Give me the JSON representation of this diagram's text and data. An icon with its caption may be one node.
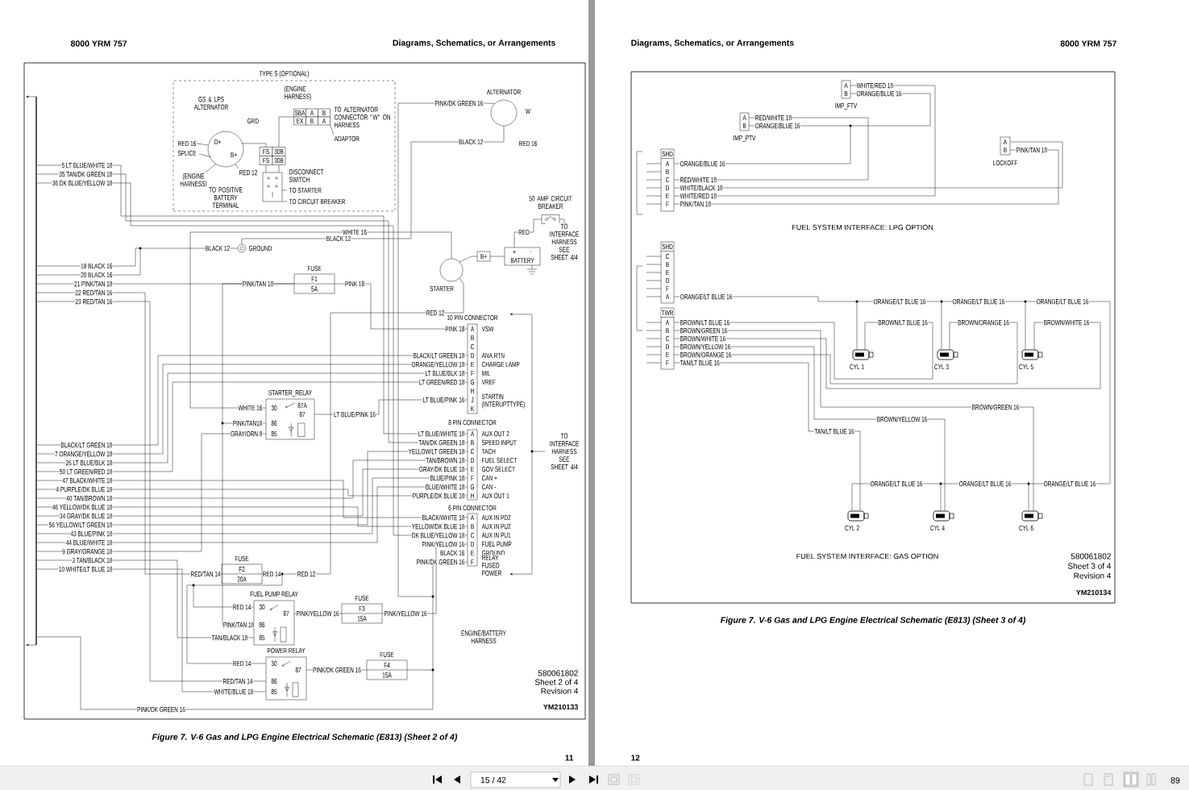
{
  "diagram": {
    "nodes": [
      {
        "text": [
          "TYPE S (OPTIONAL)"
        ]
      },
      {
        "text": [
          "GS & LPS ALTERNATOR"
        ],
        "in": 0
      },
      {
        "text": [
          "DISCONNECT SWITCH"
        ],
        "in": 0
      },
      {
        "text": [
          "ALTERNATOR"
        ]
      },
      {
        "text": [
          "50 AMP CIRCUIT BREAKER"
        ]
      },
      {
        "text": [
          "STARTER"
        ]
      },
      {
        "text": [
          "B+"
        ]
      },
      {
        "text": [
          "+",
          "-",
          "BATTERY"
        ]
      },
      {
        "text": [
          "GROUND"
        ]
      },
      {
        "text": [
          "FUSE",
          "F1",
          "5A"
        ]
      },
      {
        "text": [
          "10 PIN CONNECTOR",
          "A",
          "B",
          "C",
          "D",
          "E",
          "F",
          "G",
          "H",
          "J",
          "K",
          "VSW",
          "ANA RTN",
          "CHARGE LAMP",
          "MIL",
          "VREF",
          "STARTIN (INTERUPTTYPE)"
        ]
      },
      {
        "text": [
          "STARTER_RELAY",
          "30",
          "87A",
          "87",
          "86",
          "85"
        ]
      },
      {
        "text": [
          "8 PIN CONNECTOR",
          "A",
          "B",
          "C",
          "D",
          "E",
          "F",
          "G",
          "H",
          "AUX OUT 2",
          "SPEED INPUT",
          "TACH",
          "FUEL SELECT",
          "GOV SELECT",
          "CAN +",
          "CAN -",
          "AUX OUT 1"
        ]
      },
      {
        "text": [
          "6 PIN CONNECTOR",
          "A",
          "B",
          "C",
          "D",
          "E",
          "F",
          "AUX IN PD2",
          "AUX IN PU2",
          "AUX IN PU1",
          "FUEL PUMP",
          "GROUND",
          "RELAY FUSED POWER"
        ]
      },
      {
        "text": [
          "FUSE",
          "F2",
          "20A"
        ]
      },
      {
        "text": [
          "FUEL PUMP RELAY",
          "30",
          "87",
          "86",
          "85"
        ]
      },
      {
        "text": [
          "FUSE",
          "F3",
          "15A"
        ]
      },
      {
        "text": [
          "POWER RELAY",
          "30",
          "87",
          "86",
          "85"
        ]
      },
      {
        "text": [
          "FUSE",
          "F4",
          "15A"
        ]
      },
      {
        "text": [
          "TO INTERFACE HARNESS SEE SHEET 4/4"
        ]
      },
      {
        "text": [
          "TO INTERFACE HARNESS SEE SHEET 4/4"
        ]
      },
      {
        "text": [],
        "shape": "bar"
      },
      {
        "text": [
          "A",
          "B",
          "IMP_FTV"
        ]
      },
      {
        "text": [
          "A",
          "B",
          "IMP_PTV"
        ]
      },
      {
        "text": [
          "SHD",
          "A",
          "B",
          "C",
          "D",
          "E",
          "F"
        ]
      },
      {
        "text": [
          "A",
          "B",
          "LOCKOFF"
        ]
      },
      {
        "text": [
          "SHD",
          "C",
          "B",
          "E",
          "D",
          "F",
          "A"
        ]
      },
      {
        "text": [
          "TWR",
          "A",
          "B",
          "C",
          "D",
          "E",
          "F"
        ]
      },
      {
        "text": [
          "CYL 1"
        ]
      },
      {
        "text": [
          "CYL 3"
        ]
      },
      {
        "text": [
          "CYL 5"
        ]
      },
      {
        "text": [
          "CYL 2"
        ]
      },
      {
        "text": [
          "CYL 4"
        ]
      },
      {
        "text": [
          "CYL 6"
        ]
      }
    ],
    "edges": [
      {
        "from": 9,
        "to": 10,
        "arrow": "none"
      },
      {
        "from": 11,
        "to": 10,
        "arrow": "none"
      },
      {
        "from": 15,
        "to": 16,
        "arrow": "none"
      },
      {
        "from": 16,
        "to": 13,
        "arrow": "none"
      },
      {
        "from": 17,
        "to": 18,
        "arrow": "none"
      },
      {
        "from": 18,
        "to": 13,
        "arrow": "none"
      },
      {
        "from": 14,
        "to": 15,
        "arrow": "none"
      },
      {
        "from": 14,
        "to": 17,
        "arrow": "none"
      },
      {
        "from": 3,
        "to": 8,
        "arrow": "none"
      },
      {
        "from": 5,
        "to": 6,
        "arrow": "none"
      },
      {
        "from": 6,
        "to": 7,
        "arrow": "none"
      },
      {
        "from": 7,
        "to": 4,
        "arrow": "none"
      },
      {
        "from": 4,
        "to": 19,
        "arrow": "none"
      },
      {
        "from": 20,
        "to": 10,
        "arrow": "to"
      },
      {
        "from": 20,
        "to": 13,
        "arrow": "to"
      },
      {
        "from": 21,
        "to": null,
        "arrow": "to"
      },
      {
        "from": 21,
        "to": null,
        "arrow": "to"
      },
      {
        "from": 9,
        "to": 11,
        "arrow": "none"
      },
      {
        "from": 11,
        "to": 15,
        "arrow": "none"
      },
      {
        "from": 5,
        "to": 11,
        "arrow": "none"
      },
      {
        "from": 3,
        "to": 13,
        "arrow": "none"
      },
      {
        "from": 5,
        "to": 14,
        "arrow": "none"
      },
      {
        "from": 21,
        "to": 12,
        "arrow": "none"
      },
      {
        "from": 21,
        "to": 12,
        "arrow": "none"
      },
      {
        "from": 21,
        "to": 13,
        "arrow": "none"
      },
      {
        "from": 21,
        "to": 8,
        "arrow": "none"
      },
      {
        "from": 21,
        "to": 8,
        "arrow": "none"
      },
      {
        "from": 21,
        "to": 9,
        "arrow": "none"
      },
      {
        "from": 21,
        "to": 14,
        "arrow": "none"
      },
      {
        "from": 21,
        "to": 17,
        "arrow": "none"
      },
      {
        "from": 21,
        "to": 10,
        "arrow": "none"
      },
      {
        "from": 21,
        "to": 10,
        "arrow": "none"
      },
      {
        "from": 21,
        "to": 10,
        "arrow": "none"
      },
      {
        "from": 21,
        "to": 10,
        "arrow": "none"
      },
      {
        "from": 21,
        "to": 13,
        "arrow": "none"
      },
      {
        "from": 21,
        "to": 12,
        "arrow": "none"
      },
      {
        "from": 21,
        "to": 12,
        "arrow": "none"
      },
      {
        "from": 21,
        "to": 13,
        "arrow": "none"
      },
      {
        "from": 21,
        "to": 12,
        "arrow": "none"
      },
      {
        "from": 21,
        "to": 12,
        "arrow": "none"
      },
      {
        "from": 21,
        "to": 12,
        "arrow": "none"
      },
      {
        "from": 21,
        "to": 12,
        "arrow": "none"
      },
      {
        "from": 21,
        "to": 11,
        "arrow": "none"
      },
      {
        "from": 21,
        "to": 15,
        "arrow": "none"
      },
      {
        "from": 21,
        "to": 17,
        "arrow": "none"
      },
      {
        "from": 21,
        "to": 18,
        "arrow": "none"
      },
      {
        "from": 22,
        "to": 24,
        "arrow": "none"
      },
      {
        "from": 22,
        "to": 23,
        "arrow": "none"
      },
      {
        "from": 23,
        "to": 24,
        "arrow": "none"
      },
      {
        "from": 23,
        "to": 24,
        "arrow": "none"
      },
      {
        "from": 25,
        "to": 24,
        "arrow": "none"
      },
      {
        "from": 25,
        "to": 24,
        "arrow": "none"
      },
      {
        "from": 26,
        "to": 28,
        "arrow": "none"
      },
      {
        "from": 26,
        "to": 29,
        "arrow": "none"
      },
      {
        "from": 26,
        "to": 30,
        "arrow": "none"
      },
      {
        "from": 26,
        "to": 31,
        "arrow": "none"
      },
      {
        "from": 26,
        "to": 32,
        "arrow": "none"
      },
      {
        "from": 26,
        "to": 33,
        "arrow": "none"
      },
      {
        "from": 27,
        "to": 28,
        "arrow": "none"
      },
      {
        "from": 27,
        "to": 29,
        "arrow": "none"
      },
      {
        "from": 27,
        "to": 30,
        "arrow": "none"
      },
      {
        "from": 27,
        "to": 31,
        "arrow": "none"
      },
      {
        "from": 27,
        "to": 32,
        "arrow": "none"
      },
      {
        "from": 27,
        "to": 33,
        "arrow": "none"
      }
    ],
    "labels": [
      "8000 YRM 757",
      "Diagrams, Schematics, or Arrangements",
      "Diagrams, Schematics, or Arrangements",
      "8000 YRM 757",
      "(ENGINE HARNESS)",
      "TO ALTERNATOR CONNECTOR \"W\" ON HARNESS",
      "PINK/DK GREEN 16",
      "W",
      "SBA",
      "A",
      "B",
      "GRD",
      "EX",
      "B",
      "A",
      "RED 16",
      "D+",
      "ADAPTOR",
      "BLACK 12",
      "RED 16",
      "SPLICE",
      "B+",
      "FS",
      "30B",
      "FS",
      "30B",
      "5 LT BLUE/WHITE 18",
      "35 TAN/DK GREEN 18",
      "RED 12",
      "36 DK BLUE/YELLOW 18",
      "(ENGINE HARNESS)",
      "TO POSITIVE BATTERY TERMINAL",
      "TO STARTER",
      "TO CIRCUIT BREAKER",
      "WHITE 16",
      "RED",
      "BLACK 12",
      "BLACK 12",
      "19 BLACK 16",
      "20 BLACK 16",
      "21 PINK/TAN 18",
      "PINK/TAN 18",
      "PINK 18",
      "22 RED/TAN 16",
      "23 RED/TAN 16",
      "RED 12",
      "PINK 18",
      "BLACK/LT GREEN 18",
      "ORANGE/YELLOW 18",
      "LT BLUE/BLK 18",
      "LT GREEN/RED 18",
      "LT BLUE/PINK 16",
      "WHITE 16",
      "LT BLUE/PINK 16",
      "PINK/TAN18",
      "GRAY/ORN 8",
      "LT BLUE/WHITE 18",
      "BLACK/LT GREEN 18",
      "TAN/DK GREEN 18",
      "7 ORANGE/YELLOW 18",
      "YELLOW/LT GREEN 18",
      "26 LT BLUE/BLK 18",
      "TAN/BROWN 18",
      "50 LT GREEN/RED 18",
      "GRAY/DK BLUE 18",
      "47 BLACK/WHITE 18",
      "BLUE/PINK 18",
      "4 PURPLE/DK BLUE 18",
      "BLUE/WHITE 18",
      "40 TAN/BROWN 18",
      "PURPLE/DK BLUE 18",
      "46 YELLOW/DK BLUE 18",
      "34 GRAY/DK BLUE 18",
      "BLACK/WHITE 18",
      "56 YELLOW/LT GREEN 18",
      "YELLOW/DK BLUE 18",
      "43 BLUE/PINK 18",
      "DK BLUE/YELLOW 18",
      "44 BLUE/WHITE 18",
      "PINK/YELLOW 16",
      "9 GRAY/ORANGE 18",
      "BLACK 16",
      "3 TAN/BLACK 18",
      "PINK/DK GREEN 16",
      "10 WHITE/LT BLUE 18",
      "RED/TAN 14",
      "RED 14",
      "RED 12",
      "RED 14",
      "PINK/YELLOW 16",
      "PINK/YELLOW 16",
      "PINK/TAN 18",
      "TAN/BLACK 18",
      "ENGINE/BATTERY HARNESS",
      "RED 14",
      "PINK/DK GREEN 16",
      "580061802",
      "RED/TAN 14",
      "Sheet 2 of 4",
      "WHITE/BLUE 18",
      "Revision 4",
      "PINK/DK GREEN 16",
      "YM210133",
      "Figure 7.  V-6 Gas and LPG Engine Electrical Schematic (E813) (Sheet 2 of 4)",
      "11",
      "WHITE/RED 18",
      "ORANGE/BLUE 16",
      "RED/WHITE 18",
      "ORANGE/BLUE 16",
      "PINK/TAN 18",
      "ORANGE/BLUE 16",
      "RED/WHITE 18",
      "WHITE/BLACK 18",
      "WHITE/RED 18",
      "PINK/TAN 18",
      "FUEL SYSTEM INTERFACE: LPG OPTION",
      "ORANGE/LT BLUE 16",
      "ORANGE/LT BLUE 16",
      "ORANGE/LT BLUE 16",
      "ORANGE/LT BLUE 16",
      "BROWN/LT BLUE 16",
      "BROWN/LT BLUE 16",
      "BROWN/ORANGE 16",
      "BROWN/WHITE 16",
      "BROWN/GREEN 16",
      "BROWN/WHITE 16",
      "BROWN/YELLOW 16",
      "BROWN/ORANGE 16",
      "TAN/LT BLUE 16",
      "BROWN/GREEN 16",
      "BROWN/YELLOW 16",
      "TAN/LT BLUE 16",
      "ORANGE/LT BLUE 16",
      "ORANGE/LT BLUE 16",
      "ORANGE/LT BLUE 16",
      "FUEL SYSTEM INTERFACE: GAS OPTION",
      "580061802",
      "Sheet 3 of 4",
      "Revision 4",
      "YM210134",
      "Figure 7.  V-6 Gas and LPG Engine Electrical Schematic (E813) (Sheet 3 of 4)",
      "12",
      "15 / 42",
      "89"
    ]
  }
}
